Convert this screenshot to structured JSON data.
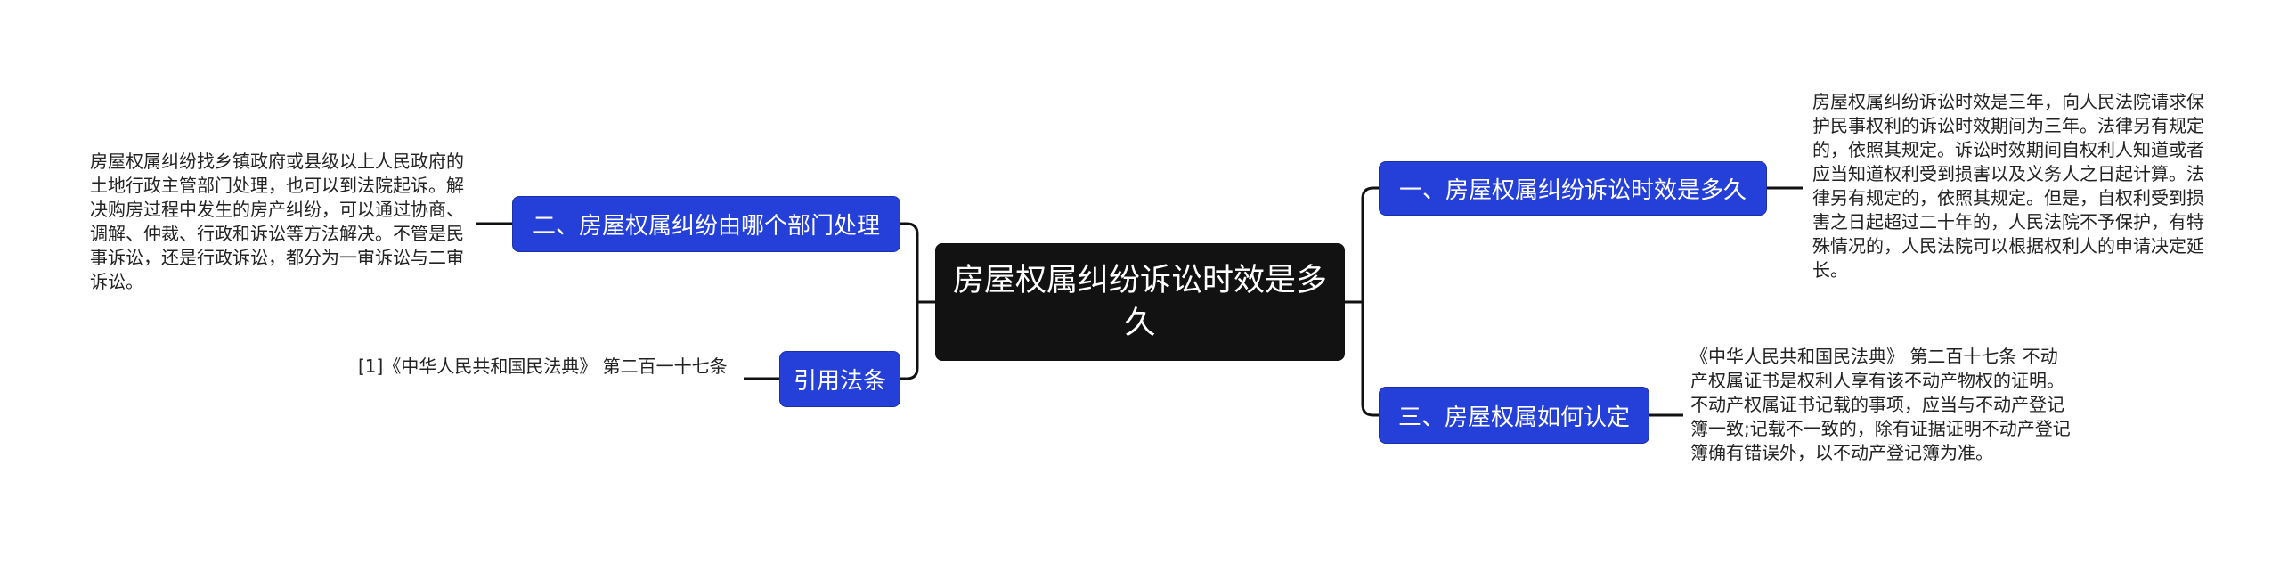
{
  "root": {
    "title": "房屋权属纠纷诉讼时效是多久"
  },
  "topics": [
    {
      "label": "一、房屋权属纠纷诉讼时效是多久",
      "detail": "房屋权属纠纷诉讼时效是三年，向人民法院请求保护民事权利的诉讼时效期间为三年。法律另有规定的，依照其规定。诉讼时效期间自权利人知道或者应当知道权利受到损害以及义务人之日起计算。法律另有规定的，依照其规定。但是，自权利受到损害之日起超过二十年的，人民法院不予保护，有特殊情况的，人民法院可以根据权利人的申请决定延长。"
    },
    {
      "label": "二、房屋权属纠纷由哪个部门处理",
      "detail": "房屋权属纠纷找乡镇政府或县级以上人民政府的土地行政主管部门处理，也可以到法院起诉。解决购房过程中发生的房产纠纷，可以通过协商、调解、仲裁、行政和诉讼等方法解决。不管是民事诉讼，还是行政诉讼，都分为一审诉讼与二审诉讼。"
    },
    {
      "label": "三、房屋权属如何认定",
      "detail": "《中华人民共和国民法典》 第二百十七条 不动产权属证书是权利人享有该不动产物权的证明。不动产权属证书记载的事项，应当与不动产登记簿一致;记载不一致的，除有证据证明不动产登记簿确有错误外，以不动产登记簿为准。"
    },
    {
      "label": "引用法条",
      "detail": "[1]《中华人民共和国民法典》 第二百一十七条"
    }
  ],
  "colors": {
    "root": "#121212",
    "topic": "#2540d8",
    "line": "#111111"
  }
}
